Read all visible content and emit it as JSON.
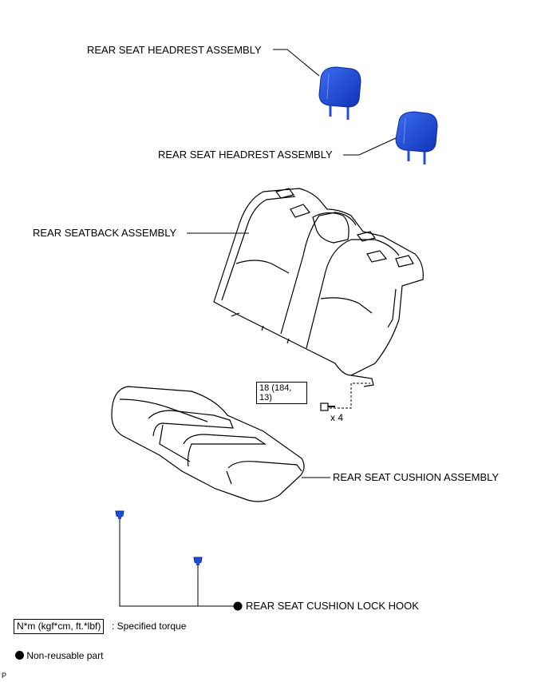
{
  "labels": {
    "headrest_1": "REAR SEAT HEADREST ASSEMBLY",
    "headrest_2": "REAR SEAT HEADREST ASSEMBLY",
    "seatback": "REAR SEATBACK ASSEMBLY",
    "cushion": "REAR SEAT CUSHION ASSEMBLY",
    "lock_hook": "REAR SEAT CUSHION LOCK HOOK"
  },
  "torque": {
    "value": "18 (184, 13)",
    "quantity": "x 4"
  },
  "legend": {
    "torque_unit": "N*m (kgf*cm, ft.*lbf)",
    "torque_desc": ": Specified torque",
    "nonreusable_desc": "Non-reusable part"
  },
  "footer": {
    "code": "P"
  },
  "colors": {
    "part_highlight": "#1f4fd6",
    "line": "#000000"
  }
}
